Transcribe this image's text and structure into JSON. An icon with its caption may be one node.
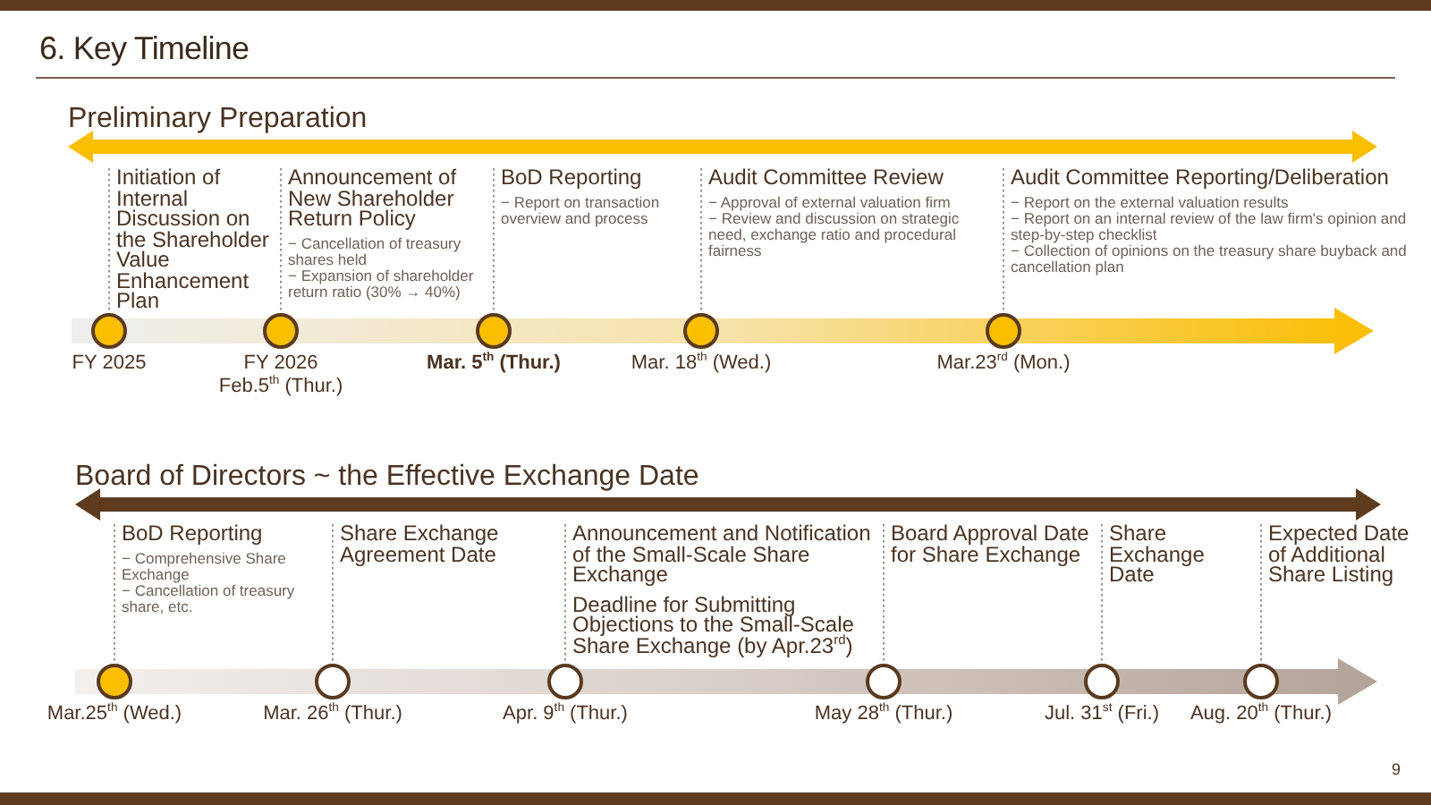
{
  "diagram": {
    "title": "6. Key Timeline",
    "nodes": [
      {
        "text": [
          "Preliminary Preparation"
        ]
      },
      {
        "text": [
          "Initiation of Internal Discussion on the Shareholder Value Enhancement Plan"
        ]
      },
      {
        "text": [
          "Announcement of New Shareholder Return Policy",
          "− Cancellation of treasury shares held",
          "− Expansion of shareholder return ratio (30% → 40%)"
        ]
      },
      {
        "text": [
          "BoD Reporting",
          "− Report on transaction overview and process"
        ]
      },
      {
        "text": [
          "Audit Committee Review",
          "− Approval of external valuation firm",
          "− Review and discussion on strategic need, exchange ratio and procedural fairness"
        ]
      },
      {
        "text": [
          "Audit Committee Reporting/Deliberation",
          "− Report on the external valuation results",
          "− Report on an internal review of the law firm's opinion and step-by-step checklist",
          "− Collection of opinions on the treasury share buyback and cancellation plan"
        ]
      },
      {
        "text": [],
        "shape": "circle",
        "beside": [
          "FY 2025"
        ]
      },
      {
        "text": [],
        "shape": "circle",
        "beside": [
          "FY 2026",
          "Feb.5$^{th}$ (Thur.)"
        ]
      },
      {
        "text": [],
        "shape": "circle",
        "beside": [
          "Mar. 5$^{th}$ (Thur.)"
        ]
      },
      {
        "text": [],
        "shape": "circle",
        "beside": [
          "Mar. 18$^{th}$ (Wed.)"
        ]
      },
      {
        "text": [],
        "shape": "circle",
        "beside": [
          "Mar.23$^{rd}$ (Mon.)"
        ]
      },
      {
        "text": [
          "Board of Directors ~ the Effective Exchange Date"
        ]
      },
      {
        "text": [
          "BoD Reporting",
          "− Comprehensive Share Exchange",
          "− Cancellation of treasury share, etc."
        ]
      },
      {
        "text": [
          "Share Exchange Agreement Date"
        ]
      },
      {
        "text": [
          "Announcement and Notification of the Small-Scale Share Exchange",
          "Deadline for Submitting Objections to the Small-Scale Share Exchange (by Apr.23$^{rd}$)"
        ]
      },
      {
        "text": [
          "Board Approval Date for Share Exchange"
        ]
      },
      {
        "text": [
          "Share Exchange Date"
        ]
      },
      {
        "text": [
          "Expected Date of Additional Share Listing"
        ]
      },
      {
        "text": [],
        "shape": "circle",
        "beside": [
          "Mar.25$^{th}$ (Wed.)"
        ]
      },
      {
        "text": [],
        "shape": "circle",
        "beside": [
          "Mar. 26$^{th}$ (Thur.)"
        ]
      },
      {
        "text": [],
        "shape": "circle",
        "beside": [
          "Apr. 9$^{th}$ (Thur.)"
        ]
      },
      {
        "text": [],
        "shape": "circle",
        "beside": [
          "May 28$^{th}$ (Thur.)"
        ]
      },
      {
        "text": [],
        "shape": "circle",
        "beside": [
          "Jul. 31$^{st}$ (Fri.)"
        ]
      },
      {
        "text": [],
        "shape": "circle",
        "beside": [
          "Aug. 20$^{th}$ (Thur.)"
        ]
      }
    ],
    "edges": [
      {
        "from": 1,
        "to": 6,
        "arrow": "none",
        "style": "dashed"
      },
      {
        "from": 2,
        "to": 7,
        "arrow": "none",
        "style": "dashed"
      },
      {
        "from": 3,
        "to": 8,
        "arrow": "none",
        "style": "dashed"
      },
      {
        "from": 4,
        "to": 9,
        "arrow": "none",
        "style": "dashed"
      },
      {
        "from": 5,
        "to": 10,
        "arrow": "none",
        "style": "dashed"
      },
      {
        "from": 12,
        "to": 18,
        "arrow": "none",
        "style": "dashed"
      },
      {
        "from": 13,
        "to": 19,
        "arrow": "none",
        "style": "dashed"
      },
      {
        "from": 14,
        "to": 20,
        "arrow": "none",
        "style": "dashed"
      },
      {
        "from": 15,
        "to": 21,
        "arrow": "none",
        "style": "dashed"
      },
      {
        "from": 16,
        "to": 22,
        "arrow": "none",
        "style": "dashed"
      },
      {
        "from": 17,
        "to": 23,
        "arrow": "none",
        "style": "dashed"
      }
    ],
    "labels": [
      "9"
    ]
  }
}
